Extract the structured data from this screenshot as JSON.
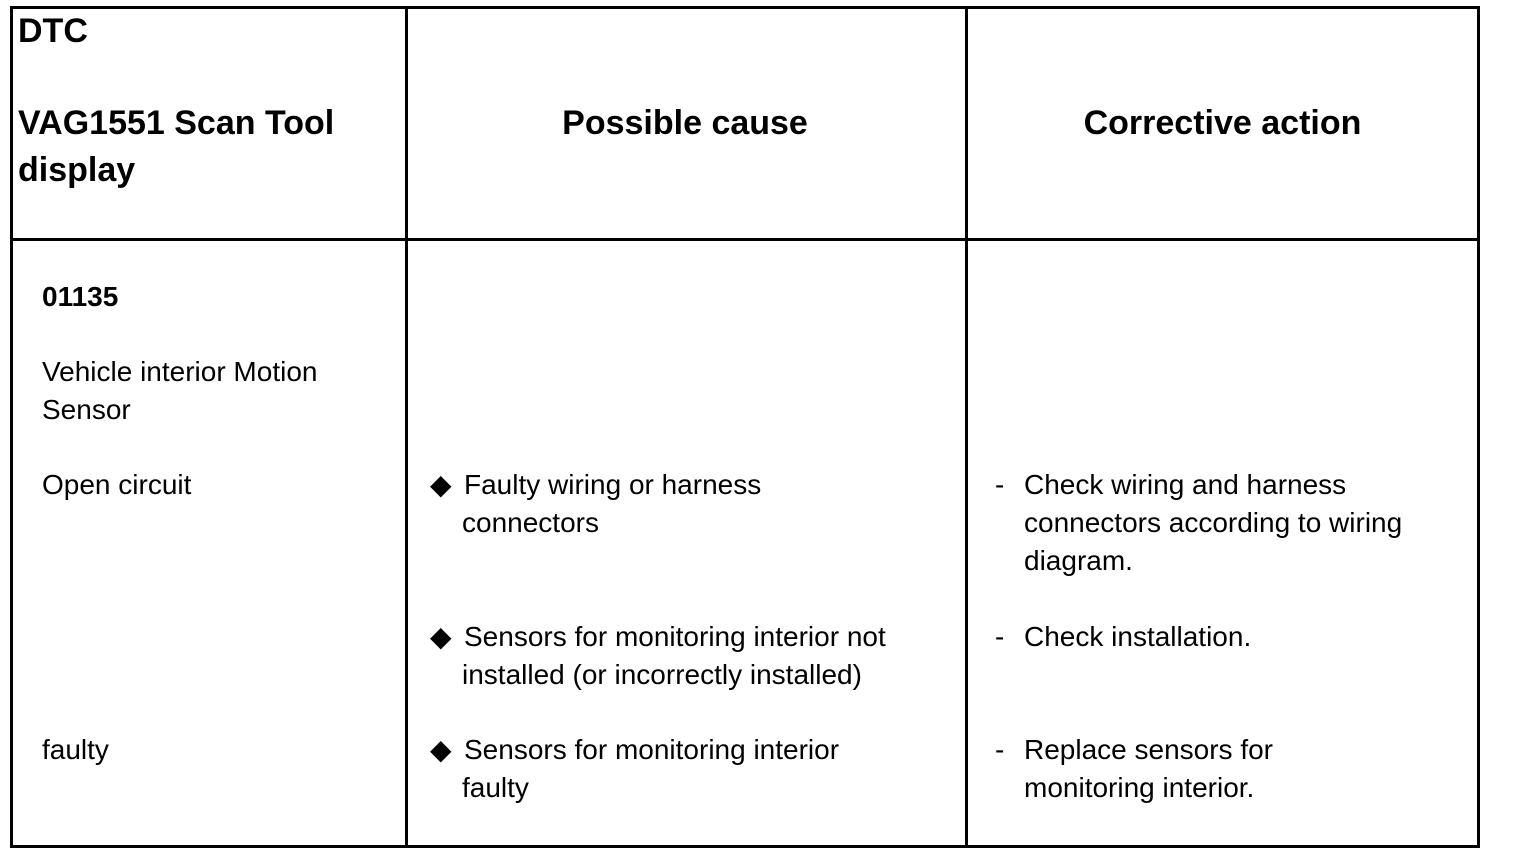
{
  "headers": {
    "col1_line1": "DTC",
    "col1_line2": "VAG1551 Scan Tool",
    "col1_line3": "display",
    "col2": "Possible cause",
    "col3": "Corrective action"
  },
  "dtc": {
    "code": "01135",
    "name_line1": "Vehicle interior Motion",
    "name_line2": "Sensor",
    "condition_open": "Open circuit",
    "condition_faulty": "faulty"
  },
  "causes": [
    {
      "line1": "Faulty wiring or harness",
      "line2": "connectors"
    },
    {
      "line1": "Sensors for monitoring interior not",
      "line2": "installed (or incorrectly installed)"
    },
    {
      "line1": "Sensors for monitoring interior",
      "line2": "faulty"
    }
  ],
  "actions": [
    {
      "line1": "Check wiring and harness",
      "line2": "connectors according to wiring",
      "line3": "diagram."
    },
    {
      "line1": "Check installation."
    },
    {
      "line1": "Replace sensors for",
      "line2": "monitoring interior."
    }
  ],
  "symbols": {
    "bullet": "◆",
    "dash": "-"
  }
}
